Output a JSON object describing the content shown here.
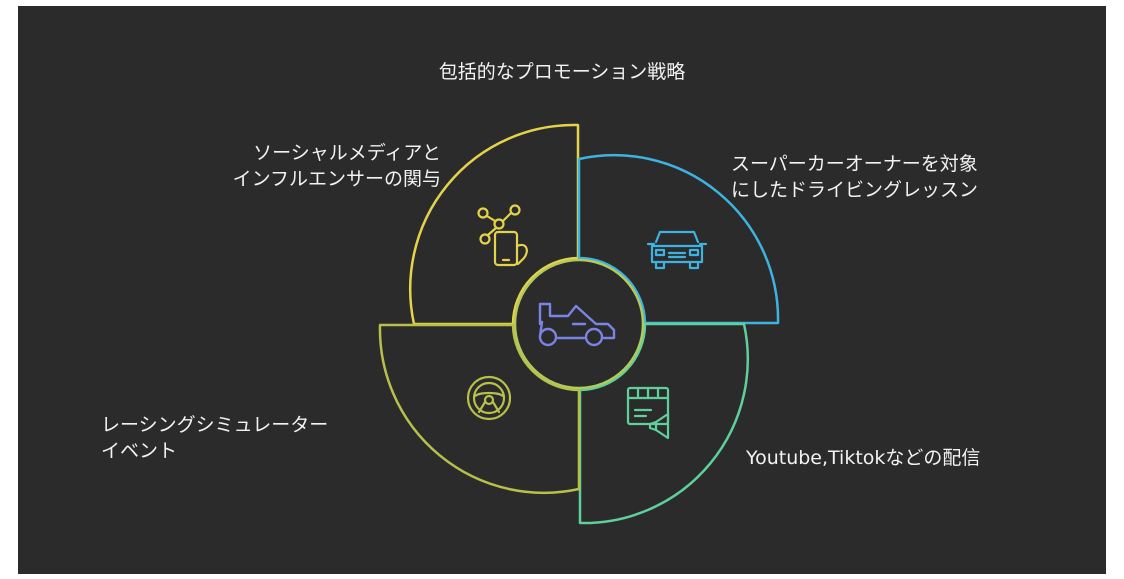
{
  "title": "包括的なプロモーション戦略",
  "center": {
    "icon": "race-car-icon"
  },
  "segments": [
    {
      "id": "top-left",
      "lines": [
        "ソーシャルメディアと",
        "インフルエンサーの関与"
      ],
      "icon": "social-network-phone-icon",
      "color": "#e4d34a"
    },
    {
      "id": "top-right",
      "lines": [
        "スーパーカーオーナーを対象",
        "にしたドライビングレッスン"
      ],
      "icon": "car-front-icon",
      "color": "#3fb3e0"
    },
    {
      "id": "bottom-right",
      "lines": [
        "Youtube,Tiktokなどの配信"
      ],
      "icon": "video-broadcast-icon",
      "color": "#5fcf9b"
    },
    {
      "id": "bottom-left",
      "lines": [
        "レーシングシミュレーター",
        "イベント"
      ],
      "icon": "steering-wheel-icon",
      "color": "#b6c04a"
    }
  ],
  "colors": {
    "background": "#2b2b2b",
    "center": "#b3c95b",
    "center_icon": "#7a84e6",
    "text": "#f2f2f2"
  }
}
